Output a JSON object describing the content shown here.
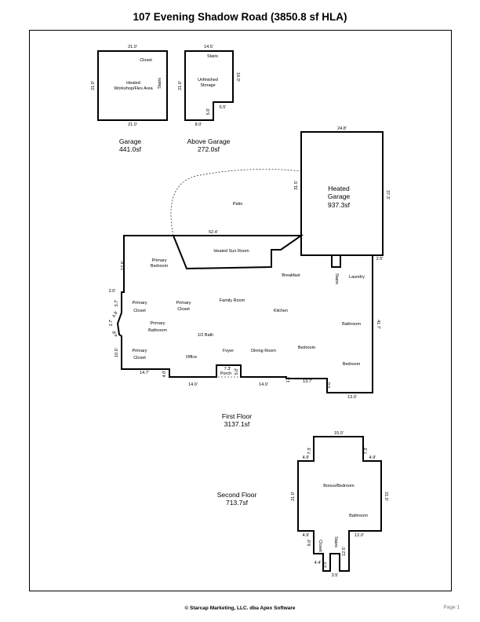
{
  "title": "107 Evening Shadow Road (3850.8 sf HLA)",
  "footer": "© Starcap Marketing, LLC. dba Apex Software",
  "page": "Page 1",
  "garage": {
    "name": "Garage",
    "area": "441.0sf",
    "dims": {
      "top": "21.0'",
      "bottom": "21.0'",
      "left": "21.0'"
    },
    "rooms": {
      "closet": "Closet",
      "workshop_1": "Heated",
      "workshop_2": "Workshop/Flex Area",
      "stairs": "Stairs"
    }
  },
  "above_garage": {
    "name": "Above Garage",
    "area": "272.0sf",
    "dims": {
      "top": "14.5'",
      "left": "21.0'",
      "right": "16.0'",
      "step_h": "6.5'",
      "step_v": "5.0'",
      "bottom": "8.0'"
    },
    "rooms": {
      "stairs": "Stairs",
      "storage_1": "Unfinished",
      "storage_2": "Storage"
    }
  },
  "first_floor": {
    "name": "First Floor",
    "area": "3137.1sf",
    "garage_label_1": "Heated",
    "garage_label_2": "Garage",
    "garage_area": "937.3sf",
    "dims": {
      "garage_top": "24.8'",
      "garage_right": "37.3'",
      "garage_left": "31.5'",
      "top_run": "52.4'",
      "right_step": "2.5'",
      "right_side": "41.7'",
      "left_upper": "17.6'",
      "left_step": "2.0'",
      "left_a": "5.7'",
      "left_b": "2.7'",
      "left_c": "4.8'",
      "left_d": "4.8'",
      "left_lower": "10.0'",
      "bottom_a": "14.7'",
      "bottom_b": "4.0'",
      "bottom_c": "14.0'",
      "porch_w": "7.3'",
      "porch_h": "5.0'",
      "bottom_d": "14.0'",
      "bottom_e": "1.1'",
      "bottom_f": "13.7'",
      "bottom_g": "5.0'",
      "bottom_h": "13.0'"
    },
    "rooms": {
      "patio": "Patio",
      "sunroom": "Heated Sun Room",
      "primary_bedroom_1": "Primary",
      "primary_bedroom_2": "Bedroom",
      "breakfast": "Breakfast",
      "stairs": "Stairs",
      "laundry": "Laundry",
      "primary_closet_a1": "Primary",
      "primary_closet_a2": "Closet",
      "primary_closet_b1": "Primary",
      "primary_closet_b2": "Closet",
      "family_room": "Family Room",
      "kitchen": "Kitchen",
      "primary_bath_1": "Primary",
      "primary_bath_2": "Bathroom",
      "bathroom": "Bathroom",
      "half_bath": "1/2 Bath",
      "primary_closet_c1": "Primary",
      "primary_closet_c2": "Closet",
      "office": "Office",
      "foyer": "Foyer",
      "dining_room": "Dining Room",
      "bedroom_a": "Bedroom",
      "bedroom_b": "Bedroom",
      "porch": "Porch"
    }
  },
  "second_floor": {
    "name": "Second Floor",
    "area": "713.7sf",
    "dims": {
      "top": "15.0'",
      "left_notch_h": "4.9'",
      "left_notch_v": "7.3'",
      "right_notch_v": "7.3'",
      "right_notch_h": "4.9'",
      "left": "21.0'",
      "right": "21.0'",
      "bottom_left": "4.9'",
      "bottom_right": "12.0'",
      "closet_v": "9.0'",
      "stairs_v": "12.5'",
      "tail_a": "4.4'",
      "tail_b": "3.5'",
      "tail_c": "3.5'"
    },
    "rooms": {
      "bonus": "Bonus/Bedroom",
      "bathroom": "Bathroom",
      "closet": "Closet",
      "stairs": "Stairs"
    }
  }
}
